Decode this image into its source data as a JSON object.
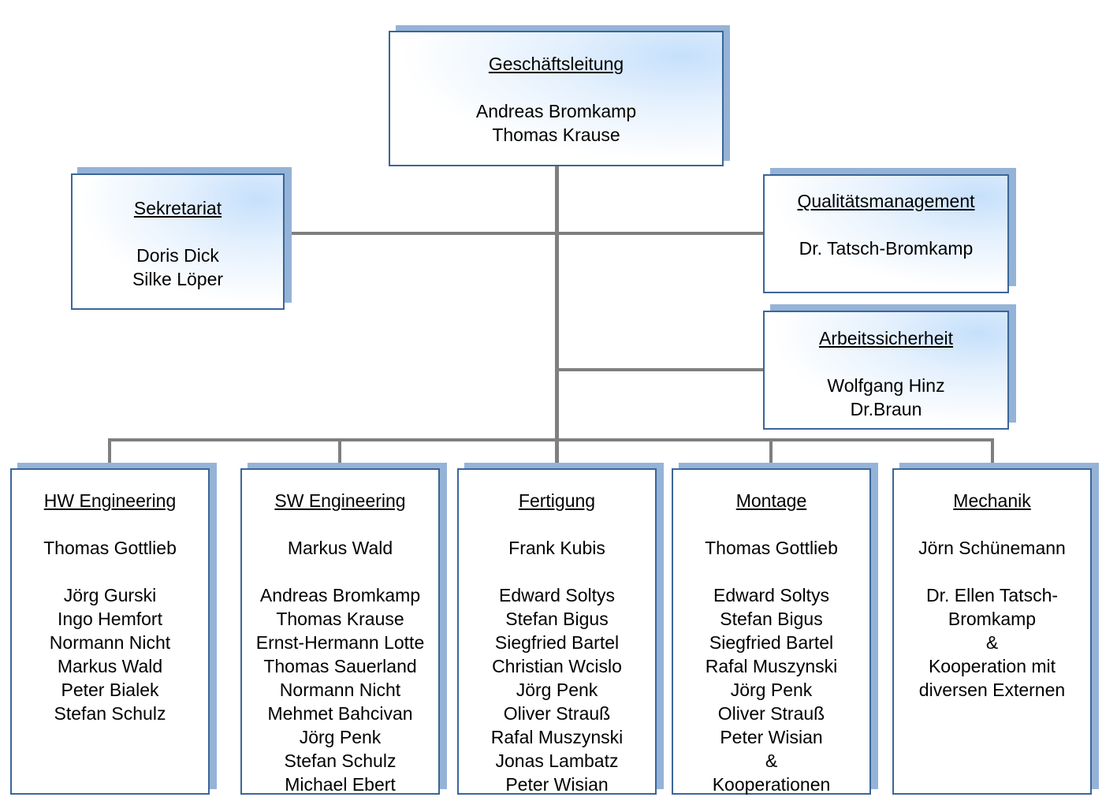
{
  "boxes": {
    "geschaeftsleitung": {
      "title": "Geschäftsleitung",
      "members": [
        "Andreas Bromkamp",
        "Thomas Krause"
      ]
    },
    "sekretariat": {
      "title": "Sekretariat",
      "members": [
        "Doris Dick",
        "Silke Löper"
      ]
    },
    "qualitaetsmanagement": {
      "title": "Qualitätsmanagement",
      "members": [
        "Dr. Tatsch-Bromkamp"
      ]
    },
    "arbeitssicherheit": {
      "title": "Arbeitssicherheit",
      "members": [
        "Wolfgang Hinz",
        "Dr.Braun"
      ]
    }
  },
  "departments": [
    {
      "title": "HW Engineering",
      "lead": "Thomas Gottlieb",
      "members": [
        "Jörg Gurski",
        "Ingo Hemfort",
        "Normann Nicht",
        "Markus Wald",
        "Peter Bialek",
        "Stefan Schulz"
      ]
    },
    {
      "title": "SW Engineering",
      "lead": "Markus Wald",
      "members": [
        "Andreas Bromkamp",
        "Thomas Krause",
        "Ernst-Hermann Lotte",
        "Thomas Sauerland",
        "Normann Nicht",
        "Mehmet Bahcivan",
        "Jörg Penk",
        "Stefan Schulz",
        "Michael Ebert"
      ]
    },
    {
      "title": "Fertigung",
      "lead": "Frank Kubis",
      "members": [
        "Edward Soltys",
        "Stefan Bigus",
        "Siegfried Bartel",
        "Christian Wcislo",
        "Jörg Penk",
        "Oliver Strauß",
        "Rafal Muszynski",
        "Jonas Lambatz",
        "Peter Wisian"
      ]
    },
    {
      "title": "Montage",
      "lead": "Thomas Gottlieb",
      "members": [
        "Edward Soltys",
        "Stefan Bigus",
        "Siegfried Bartel",
        "Rafal Muszynski",
        "Jörg Penk",
        "Oliver Strauß",
        "Peter Wisian",
        "&",
        "Kooperationen"
      ]
    },
    {
      "title": "Mechanik",
      "lead": "Jörn Schünemann",
      "members": [
        "Dr. Ellen Tatsch-",
        "Bromkamp",
        "&",
        "Kooperation mit",
        "diversen Externen"
      ]
    }
  ],
  "colors": {
    "box_border": "#3a6699",
    "shadow": "#95b3d7",
    "connector": "#7f7f7f",
    "highlight": "#c6e0fb"
  }
}
